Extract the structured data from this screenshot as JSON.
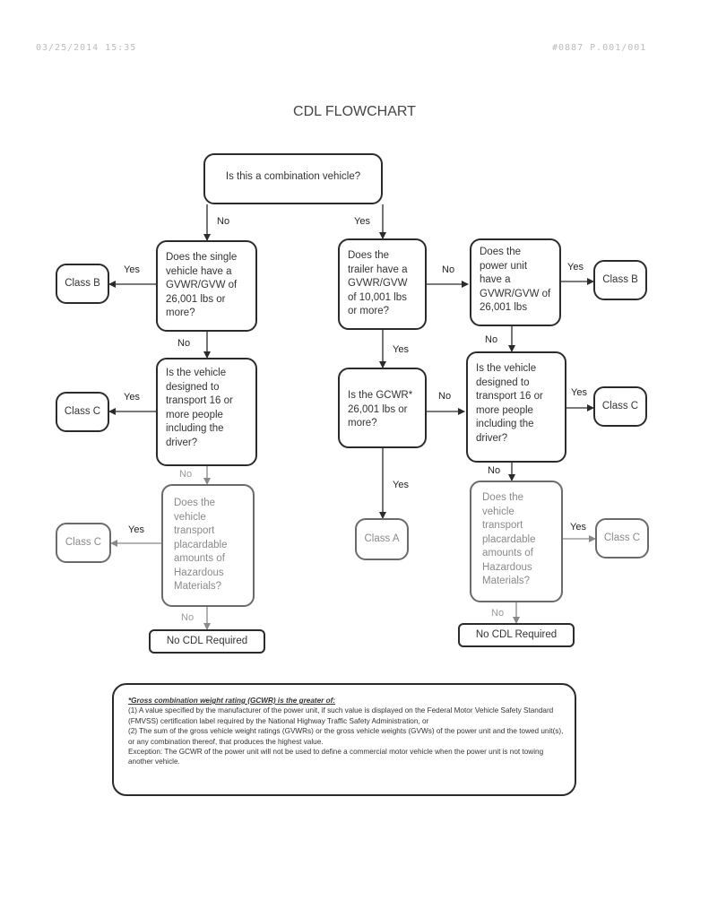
{
  "fax_header": {
    "left": "03/25/2014  15:35",
    "right": "#0887 P.001/001"
  },
  "title": "CDL FLOWCHART",
  "nodes": {
    "combination": "Is this a combination vehicle?",
    "single_gvwr": "Does the single vehicle have a GVWR/GVW of 26,001 lbs or more?",
    "trailer_gvwr": "Does the trailer have a GVWR/GVW of 10,001 lbs or more?",
    "power_unit_gvwr": "Does the power unit have a GVWR/GVW of 26,001 lbs",
    "left_16": "Is the vehicle designed to transport 16 or more people including the driver?",
    "gcwr": "Is the GCWR* 26,001 lbs or more?",
    "right_16": "Is the vehicle designed to transport 16 or more people including the driver?",
    "left_hazmat": "Does the vehicle transport placardable amounts of Hazardous Materials?",
    "right_hazmat": "Does the vehicle transport placardable amounts of Hazardous Materials?",
    "class_b_left": "Class B",
    "class_b_right": "Class B",
    "class_c_left1": "Class C",
    "class_c_right1": "Class C",
    "class_c_left2": "Class C",
    "class_c_right2": "Class C",
    "class_a": "Class A",
    "no_cdl_left": "No CDL Required",
    "no_cdl_right": "No CDL Required"
  },
  "edge_labels": {
    "yes": "Yes",
    "no": "No"
  },
  "footnote": {
    "title": "*Gross combination weight rating (GCWR) is the greater of:",
    "line1": "(1) A value specified by the manufacturer of the power unit, if such value is displayed on the Federal Motor Vehicle Safety Standard (FMVSS) certification label required by the National Highway Traffic Safety Administration, or",
    "line2": "(2) The sum of the gross vehicle weight ratings (GVWRs) or the gross vehicle weights (GVWs) of the power unit and the towed unit(s), or any combination thereof, that produces the highest value.",
    "line3": "Exception: The GCWR of the power unit will not be used to define a commercial motor vehicle when the power unit is not towing another vehicle."
  }
}
